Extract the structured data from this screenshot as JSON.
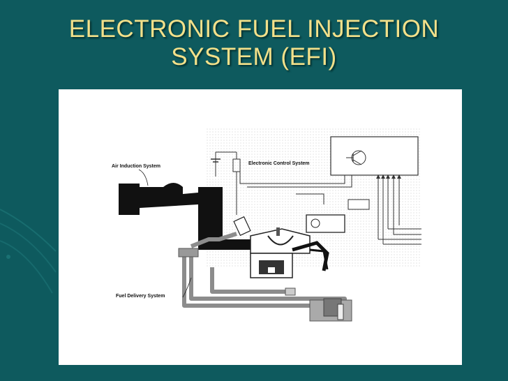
{
  "slide": {
    "title_line1": "ELECTRONIC FUEL INJECTION",
    "title_line2": "SYSTEM (EFI)"
  },
  "diagram": {
    "labels": {
      "air_induction": "Air Induction System",
      "electronic_control": "Electronic Control System",
      "fuel_delivery": "Fuel Delivery System"
    }
  },
  "colors": {
    "background": "#0e5a5e",
    "title": "#f2e08a",
    "figure": "#ffffff",
    "air_duct": "#111111",
    "fuel_line": "#8c8c8c"
  }
}
